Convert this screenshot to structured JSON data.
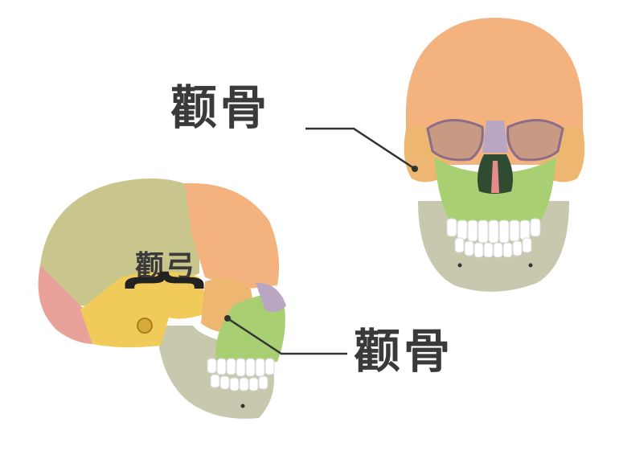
{
  "labels": {
    "frontal_zygomatic": "颧骨",
    "lateral_zygomatic": "颧骨",
    "zygomatic_arch": "颧弓",
    "arch_brace": "{"
  },
  "colors": {
    "frontal_bone": "#F3B27E",
    "parietal_bone": "#C8C68D",
    "temporal_bone": "#F0CB5A",
    "occipital_bone": "#E9A29A",
    "zygomatic_bone": "#EDB772",
    "maxilla": "#A9CF73",
    "mandible": "#C7C8AE",
    "teeth": "#FFFFFF",
    "orbit": "#8C6C8A",
    "nasal": "#E68C8C",
    "leader_line": "#333333",
    "label_text": "#3A3A3A"
  }
}
